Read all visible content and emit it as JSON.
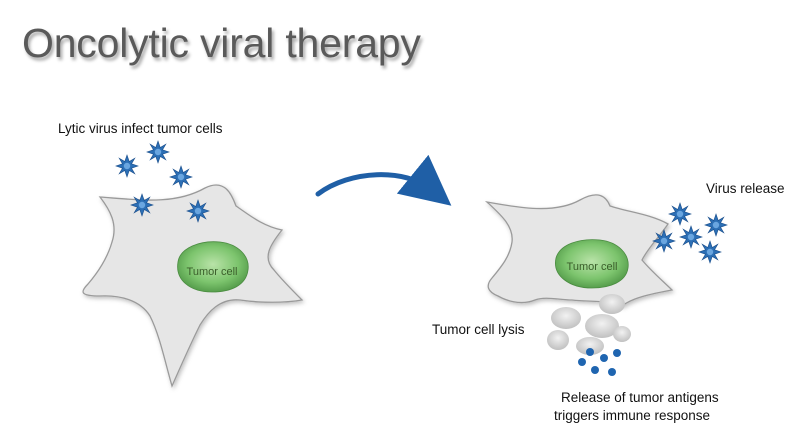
{
  "title": "Oncolytic viral therapy",
  "labels": {
    "infect": "Lytic virus infect tumor cells",
    "virus_release": "Virus release",
    "lysis": "Tumor cell lysis",
    "antigen_line1": "Release of tumor antigens",
    "antigen_line2": "triggers immune response"
  },
  "cells": [
    {
      "nucleus_label": "Tumor cell"
    },
    {
      "nucleus_label": "Tumor cell"
    }
  ],
  "colors": {
    "title": "#5a5a5a",
    "cell_fill": "#e6e6e6",
    "cell_stroke": "#9a9a9a",
    "nucleus": "#6fb86a",
    "virus": "#2c6fb5",
    "arrow": "#1f5fa6",
    "antigen": "#1f65b0",
    "debris": "#cfcfcf"
  }
}
